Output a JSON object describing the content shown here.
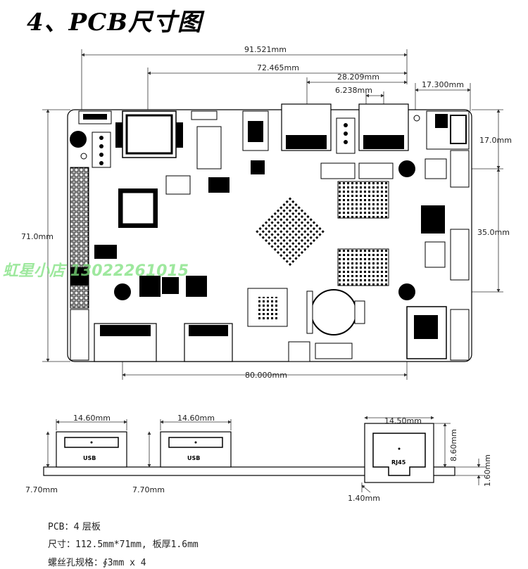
{
  "title": "4、PCB尺寸图",
  "top_view": {
    "dim_width_total": "91.521mm",
    "dim_72": "72.465mm",
    "dim_28": "28.209mm",
    "dim_6": "6.238mm",
    "dim_17_3": "17.300mm",
    "dim_17": "17.0mm",
    "dim_35": "35.0mm",
    "dim_height": "71.0mm",
    "dim_80": "80.000mm"
  },
  "side_view": {
    "usb1_width": "14.60mm",
    "usb1_label": "USB",
    "usb2_width": "14.60mm",
    "usb2_label": "USB",
    "rj45_width": "14.50mm",
    "rj45_label": "RJ45",
    "rj45_height": "8.60mm",
    "board_thickness": "1.60mm",
    "usb1_height": "7.70mm",
    "usb2_height": "7.70mm",
    "rj45_offset": "1.40mm"
  },
  "watermark": "虹星小店 13022261015",
  "specs": {
    "layers_prefix": "PCB：",
    "layers_value": "4 层板",
    "size_prefix": "尺寸：",
    "size_value": "112.5mm*71mm, ",
    "thickness_prefix": "板厚",
    "thickness_value": "1.6mm",
    "screw_prefix": "螺丝孔规格：",
    "screw_value": "∮3mm x 4"
  }
}
